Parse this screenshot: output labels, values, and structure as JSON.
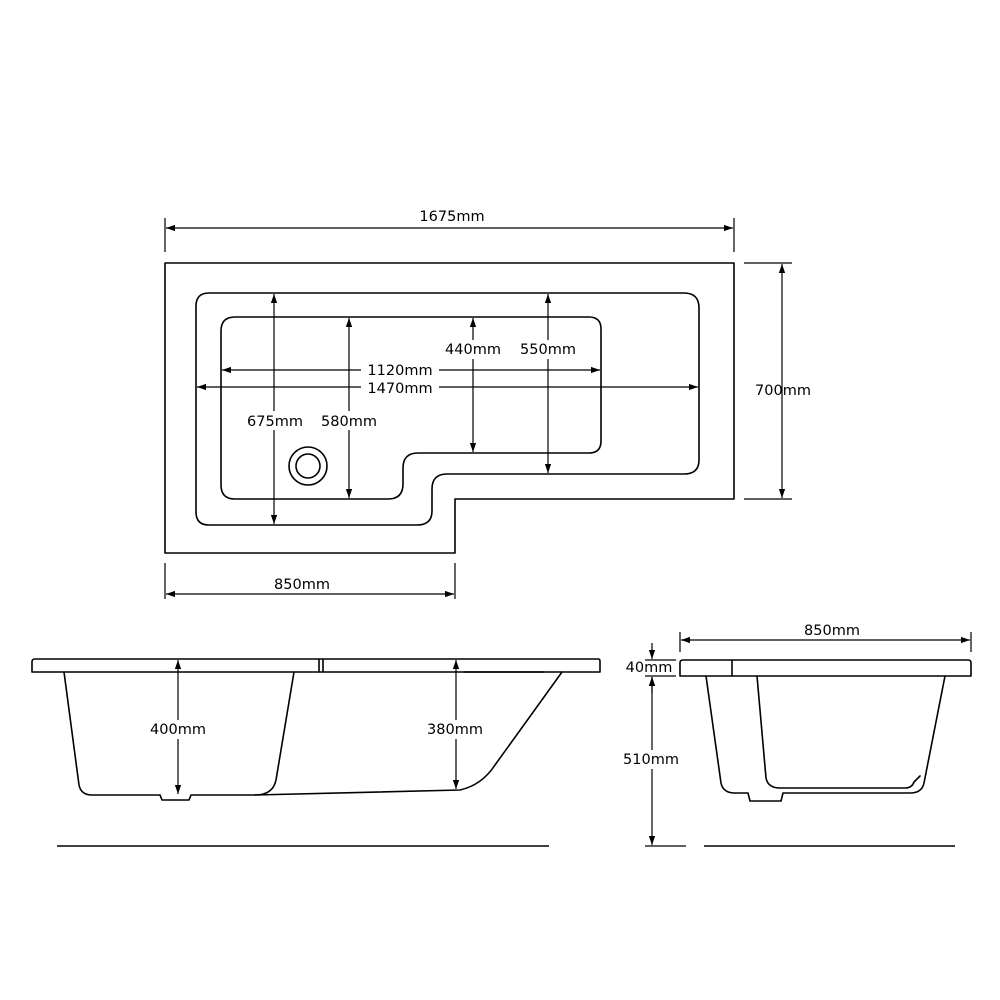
{
  "dimensions": {
    "plan_overall_length": "1675mm",
    "plan_width": "700mm",
    "plan_narrow_end_width": "850mm",
    "inner_length_lower": "1120mm",
    "inner_length_upper": "1470mm",
    "inner_depth_wide_outer": "675mm",
    "inner_depth_wide_inner": "580mm",
    "inner_depth_narrow_inner": "440mm",
    "inner_depth_narrow_outer": "550mm",
    "side_depth_left": "400mm",
    "side_depth_right": "380mm",
    "end_width": "850mm",
    "end_rim_thickness": "40mm",
    "end_height": "510mm"
  }
}
